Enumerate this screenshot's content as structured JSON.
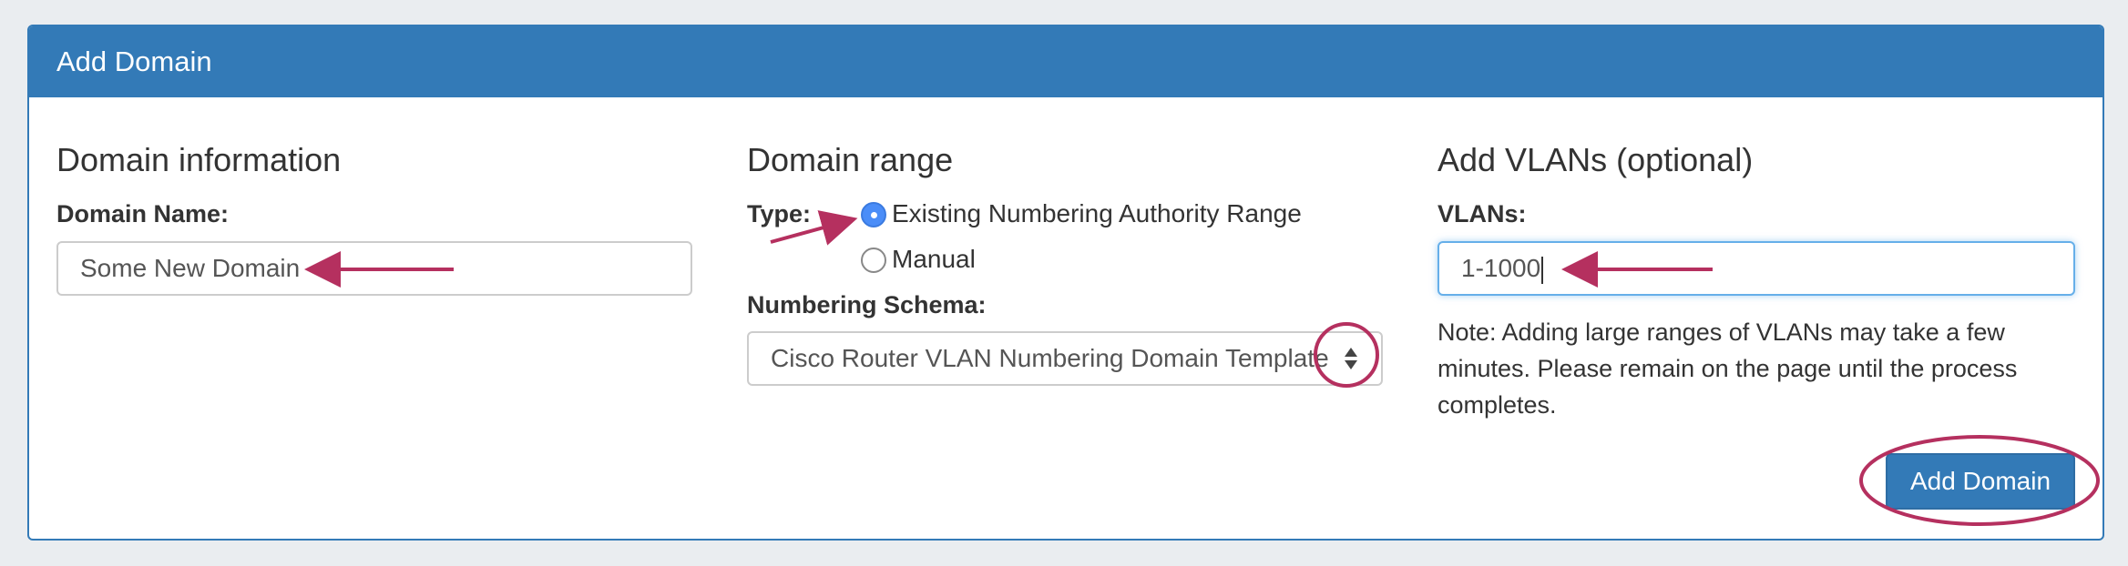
{
  "panel": {
    "title": "Add Domain"
  },
  "domain_info": {
    "heading": "Domain information",
    "name_label": "Domain Name:",
    "name_value": "Some New Domain"
  },
  "domain_range": {
    "heading": "Domain range",
    "type_label": "Type:",
    "options": [
      {
        "label": "Existing Numbering Authority Range",
        "checked": true
      },
      {
        "label": "Manual",
        "checked": false
      }
    ],
    "schema_label": "Numbering Schema:",
    "schema_value": "Cisco Router VLAN Numbering Domain Template"
  },
  "vlans": {
    "heading": "Add VLANs (optional)",
    "label": "VLANs:",
    "value": "1-1000",
    "note": "Note: Adding large ranges of VLANs may take a few minutes. Please remain on the page until the process completes."
  },
  "actions": {
    "submit_label": "Add Domain"
  },
  "colors": {
    "primary": "#337ab7",
    "annotation": "#b5305f",
    "radio_checked": "#4a8df8"
  }
}
